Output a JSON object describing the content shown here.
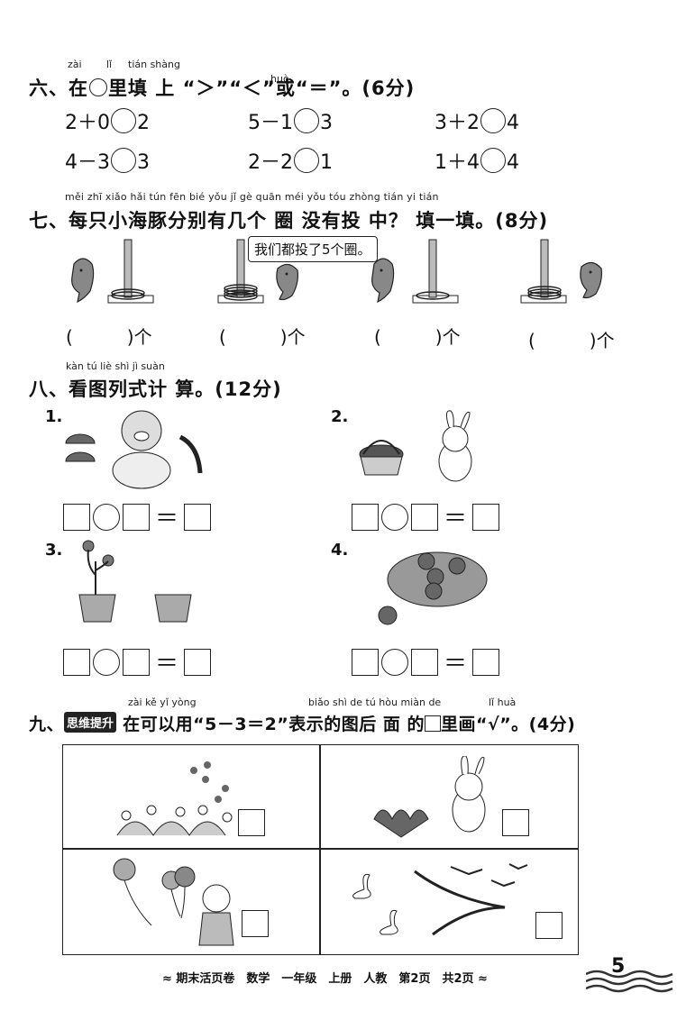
{
  "q6": {
    "pinyin": [
      "zài",
      "lǐ",
      "tián shàng",
      "huò"
    ],
    "title_a": "六、在",
    "title_b": "里填 上 “＞”“＜”或“＝”。(6分)",
    "items": [
      "2＋0",
      "2",
      "5－1",
      "3",
      "3＋2",
      "4",
      "4－3",
      "3",
      "2－2",
      "1",
      "1＋4",
      "4"
    ]
  },
  "q7": {
    "pinyin": "měi zhī xiǎo hǎi tún fēn bié yǒu jǐ gè quān méi yǒu tóu zhòng tián yi tián",
    "title": "七、每只小海豚分别有几个 圈 没有投 中？ 填一填。(8分)",
    "speech": "我们都投了5个圈。",
    "blank": "(　　　)个"
  },
  "q8": {
    "pinyin": "kàn tú liè shì jì suàn",
    "title": "八、看图列式计 算。(12分)",
    "labels": [
      "1.",
      "2.",
      "3.",
      "4."
    ],
    "equals": "＝"
  },
  "q9": {
    "pinyin": [
      "zài kě yǐ yòng",
      "biǎo shì de tú hòu miàn de",
      "lǐ huà"
    ],
    "title_a": "九、",
    "badge": "思维提升",
    "title_b": "在可以用“5－3＝2”表示的图后 面 的",
    "title_c": "里画“√”。(4分)"
  },
  "footer": {
    "text": "≈ 期末活页卷　数学　一年级　上册　人教　第2页　共2页 ≈",
    "page": "5"
  },
  "colors": {
    "ink": "#111111",
    "gray": "#888888",
    "light": "#dddddd"
  }
}
